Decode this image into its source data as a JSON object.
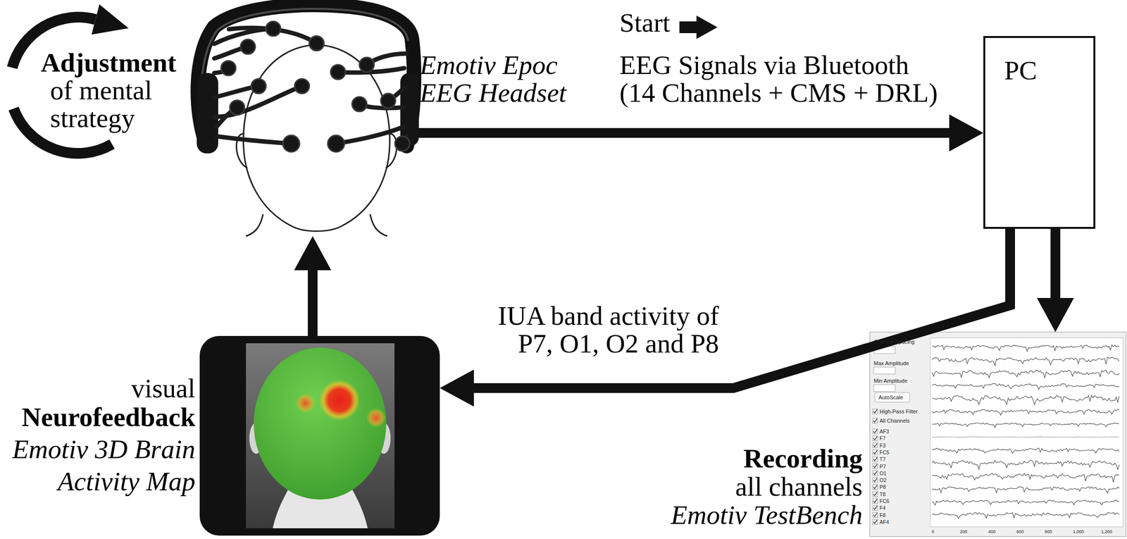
{
  "diagram": {
    "nodes": [
      {
        "text": [
          "Emotiv Epoc EEG Headset"
        ]
      },
      {
        "text": [
          "PC"
        ]
      },
      {
        "text": [
          "visual",
          "Neurofeedback",
          "Emotiv 3D Brain Activity Map"
        ]
      },
      {
        "text": [
          "Recording",
          "all channels",
          "Emotiv TestBench"
        ]
      }
    ],
    "edges": [
      {
        "from": 0,
        "to": 1,
        "arrow": "to",
        "label": "EEG Signals via Bluetooth (14 Channels + CMS + DRL)"
      },
      {
        "from": 1,
        "to": 2,
        "arrow": "to",
        "label": "IUA band activity of P7, O1, O2 and P8"
      },
      {
        "from": 1,
        "to": 3,
        "arrow": "to"
      },
      {
        "from": 2,
        "to": 0,
        "arrow": "to"
      }
    ],
    "labels": [
      "Adjustment",
      "of mental strategy",
      "Start",
      "Channel Spacing",
      "Max Amplitude",
      "Min Amplitude",
      "AutoScale",
      "High-Pass Filter",
      "All Channels",
      "AF3",
      "F7",
      "F3",
      "FC5",
      "T7",
      "P7",
      "O1",
      "O2",
      "P8",
      "T8",
      "FC6",
      "F4",
      "F8",
      "AF4",
      "0",
      "200",
      "400",
      "600",
      "800",
      "1,000",
      "1,200"
    ]
  }
}
